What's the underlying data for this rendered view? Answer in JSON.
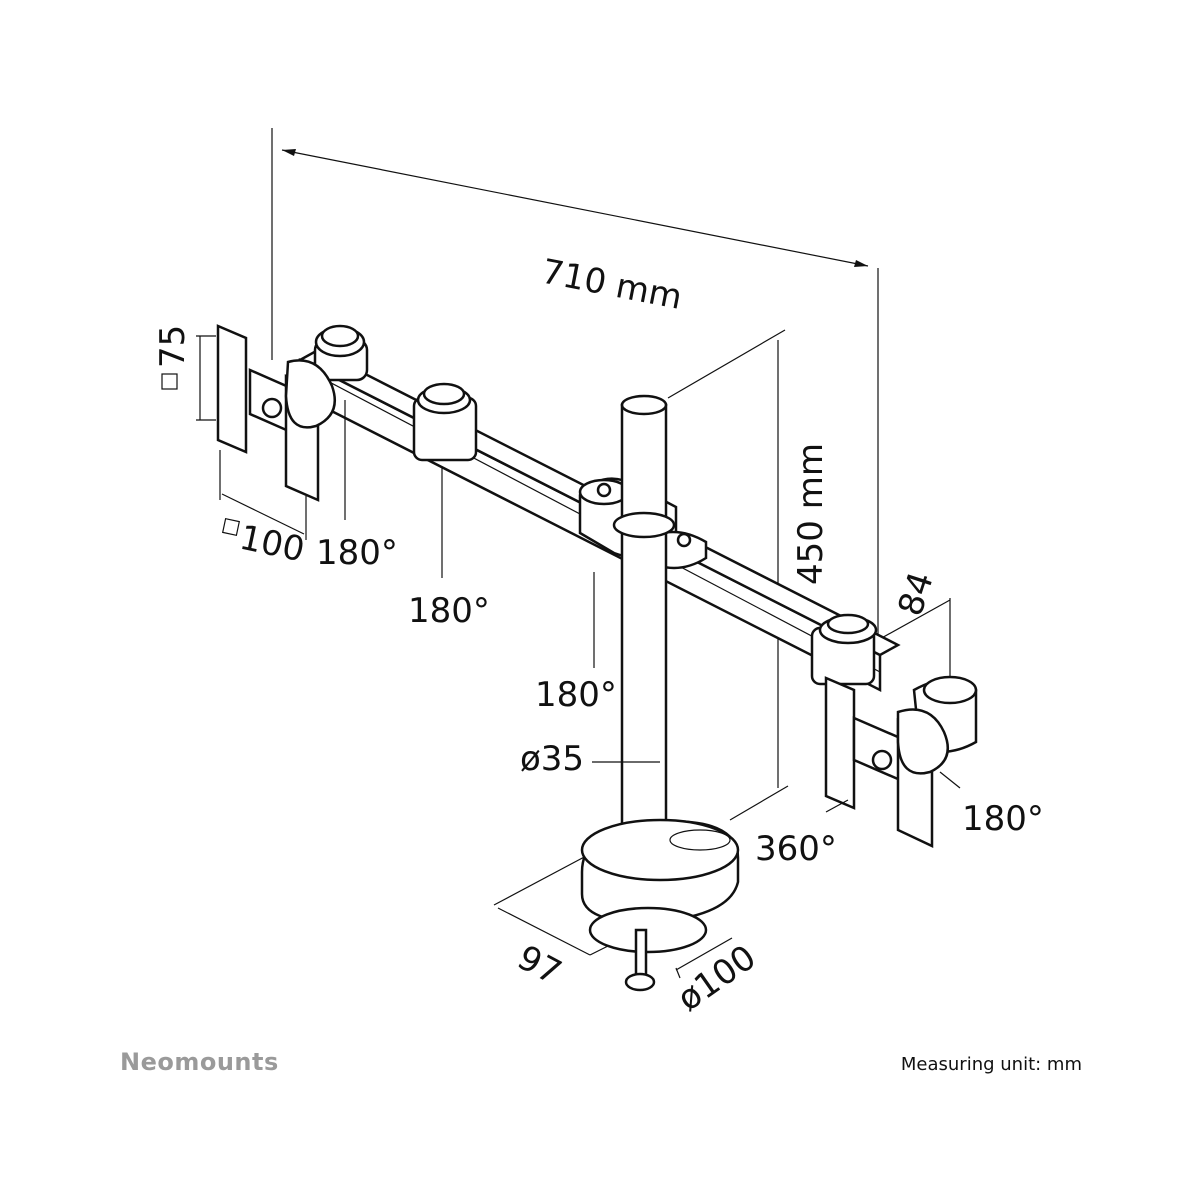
{
  "brand": "Neomounts",
  "measuring_unit": "Measuring unit: mm",
  "dimensions": {
    "arm_length": "710 mm",
    "pole_height": "450 mm",
    "clamp_depth": "84",
    "vesa_min": "75",
    "vesa_max": "100",
    "pole_diameter": "ø35",
    "base_depth": "97",
    "base_diameter": "ø100"
  },
  "rotations": {
    "left_tilt": "180°",
    "left_swivel": "180°",
    "center_swivel": "180°",
    "right_tilt": "180°",
    "right_rotation": "360°"
  },
  "colors": {
    "line": "#111111",
    "brand": "#9a9a9a"
  }
}
